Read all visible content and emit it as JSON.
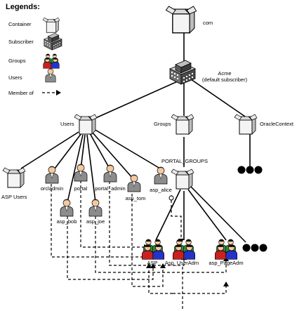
{
  "legend": {
    "title": "Legends:",
    "items": [
      {
        "label": "Container",
        "icon": "container-icon"
      },
      {
        "label": "Subscriber",
        "icon": "subscriber-icon"
      },
      {
        "label": "Groups",
        "icon": "group-icon"
      },
      {
        "label": "Users",
        "icon": "user-icon"
      },
      {
        "label": "Member of",
        "icon": "member-of-arrow"
      }
    ]
  },
  "nodes": {
    "com": "com",
    "acme_line1": "Acme",
    "acme_line2": "(default subscriber)",
    "users": "Users",
    "groups": "Groups",
    "oraclecontext": "OracleContext",
    "portal_groups": "PORTAL_GROUPS",
    "asp_users": "ASP Users",
    "orcladmin": "orcladmin",
    "portal": "portal",
    "portal_admin": "portal_admin",
    "asp_alice": "asp_alice",
    "asp_tom": "asp_tom",
    "asp_bob": "asp_bob",
    "asp_joe": "asp_joe",
    "asp": "ASP",
    "asp_useradm": "Asp_UserAdm",
    "asp_pageadm": "asp_PageAdm"
  },
  "colors": {
    "line": "#000000",
    "container_fill": "#e6e6e6",
    "group_red": "#cc1f1f",
    "group_blue": "#2433c8",
    "group_green": "#2e8b3a",
    "skin": "#f2c9a0"
  }
}
